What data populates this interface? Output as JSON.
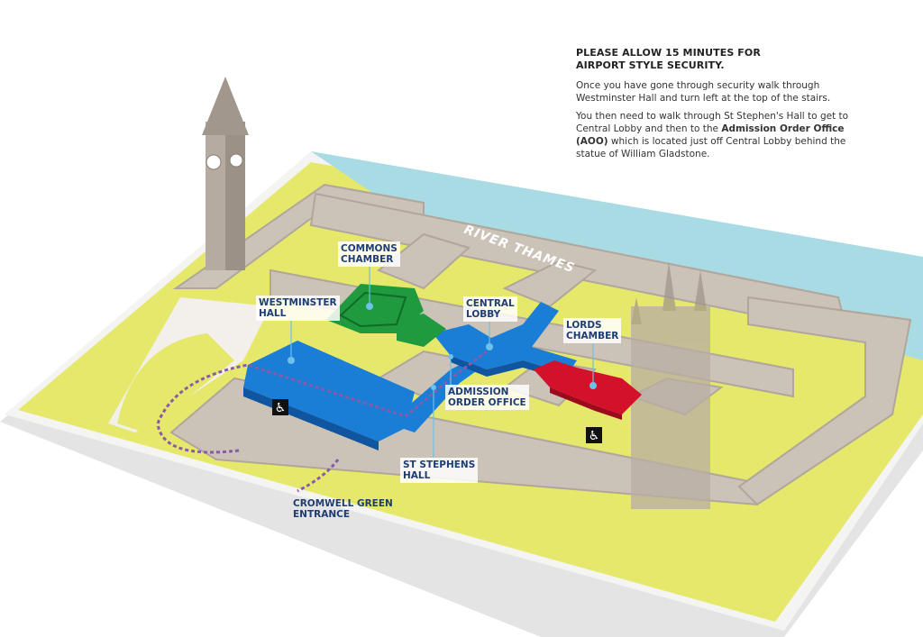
{
  "info": {
    "heading_line1": "PLEASE ALLOW 15 MINUTES FOR",
    "heading_line2": "AIRPORT STYLE SECURITY.",
    "paragraph1": "Once you have gone through security walk through Westminster Hall and turn left at the top of the stairs.",
    "paragraph2_part1": "You then need to walk through St Stephen's Hall to get to Central Lobby and then to the ",
    "paragraph2_bold": "Admission Order Office (AOO)",
    "paragraph2_part2": " which is located just off Central Lobby behind the statue of William Gladstone."
  },
  "map": {
    "river_label": "RIVER THAMES",
    "labels": {
      "commons_chamber": "COMMONS\nCHAMBER",
      "westminster_hall": "WESTMINSTER\nHALL",
      "central_lobby": "CENTRAL\nLOBBY",
      "lords_chamber": "LORDS\nCHAMBER",
      "admission_order_office": "ADMISSION\nORDER OFFICE",
      "st_stephens_hall": "ST STEPHENS\nHALL",
      "cromwell_green_entrance": "CROMWELL GREEN\nENTRANCE"
    },
    "icons": [
      "wheelchair-access-icon",
      "wheelchair-access-icon"
    ],
    "colors": {
      "grass": "#e6e86c",
      "building": "#cbc2b8",
      "river": "#a9dbe4",
      "route_blue": "#1a7ed6",
      "commons_green": "#1f9a3e",
      "lords_red": "#d3112b",
      "label_text": "#1d3d73",
      "route_dots": "#8a5aa8"
    }
  }
}
